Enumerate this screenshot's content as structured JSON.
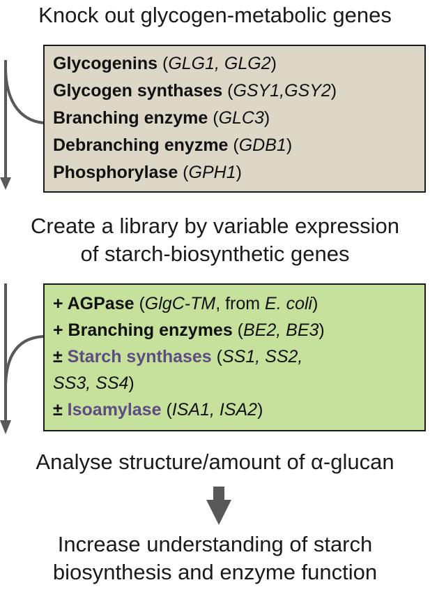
{
  "colors": {
    "box1_fill": "#ddd7c7",
    "box2_fill": "#c6e19b",
    "purple_text": "#5e4b82",
    "arrow": "#595959"
  },
  "step1": {
    "text": "Knock out glycogen-metabolic genes"
  },
  "box1": {
    "items": [
      {
        "label": "Glycogenins",
        "sep": " (",
        "genes": "GLG1, GLG2",
        "close": ")"
      },
      {
        "label": "Glycogen synthases",
        "sep": " (",
        "genes": "GSY1,GSY2",
        "close": ")"
      },
      {
        "label": "Branching enzyme",
        "sep": " (",
        "genes": "GLC3",
        "close": ")"
      },
      {
        "label": "Debranching enyzme",
        "sep": " (",
        "genes": "GDB1",
        "close": ")"
      },
      {
        "label": "Phosphorylase",
        "sep": " (",
        "genes": "GPH1",
        "close": ")"
      }
    ]
  },
  "step2": {
    "line1": "Create a library by variable expression",
    "line2": "of starch-biosynthetic genes"
  },
  "box2": {
    "agpase": {
      "prefix": "+ ",
      "label": "AGPase",
      "open": " (",
      "gene": "GlgC-TM",
      "from": ", from ",
      "organism": "E. coli",
      "close": ")"
    },
    "branching": {
      "prefix": "+ ",
      "label": "Branching enzymes",
      "open": " (",
      "genes": "BE2, BE3",
      "close": ")"
    },
    "starch_synthases": {
      "prefix": "± ",
      "label": "Starch synthases",
      "open": " (",
      "genes_line1": "SS1, SS2,",
      "genes_line2": "SS3, SS4",
      "close": ")"
    },
    "isoamylase": {
      "prefix": "± ",
      "label": "Isoamylase",
      "open": " (",
      "genes": "ISA1, ISA2",
      "close": ")"
    }
  },
  "step3": {
    "text": "Analyse structure/amount of α-glucan"
  },
  "step4": {
    "line1": "Increase understanding of starch",
    "line2": "biosynthesis and enzyme function"
  }
}
